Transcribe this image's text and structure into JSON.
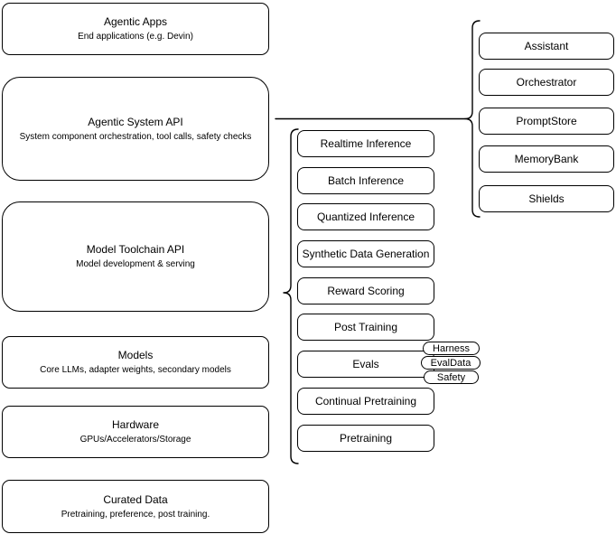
{
  "diagram": {
    "background": "#ffffff",
    "line_color": "#000000",
    "text_color": "#000000"
  },
  "stack": [
    {
      "title": "Agentic Apps",
      "subtitle": "End applications (e.g. Devin)"
    },
    {
      "title": "Agentic System API",
      "subtitle": "System component orchestration, tool calls, safety checks"
    },
    {
      "title": "Model Toolchain API",
      "subtitle": "Model development & serving"
    },
    {
      "title": "Models",
      "subtitle": "Core LLMs, adapter weights, secondary models"
    },
    {
      "title": "Hardware",
      "subtitle": "GPUs/Accelerators/Storage"
    },
    {
      "title": "Curated Data",
      "subtitle": "Pretraining, preference, post training."
    }
  ],
  "toolchain": {
    "items": [
      "Realtime Inference",
      "Batch Inference",
      "Quantized Inference",
      "Synthetic Data Generation",
      "Reward Scoring",
      "Post Training",
      "Evals",
      "Continual Pretraining",
      "Pretraining"
    ]
  },
  "evals_tags": [
    "Harness",
    "EvalData",
    "Safety"
  ],
  "system_components": [
    "Assistant",
    "Orchestrator",
    "PromptStore",
    "MemoryBank",
    "Shields"
  ]
}
